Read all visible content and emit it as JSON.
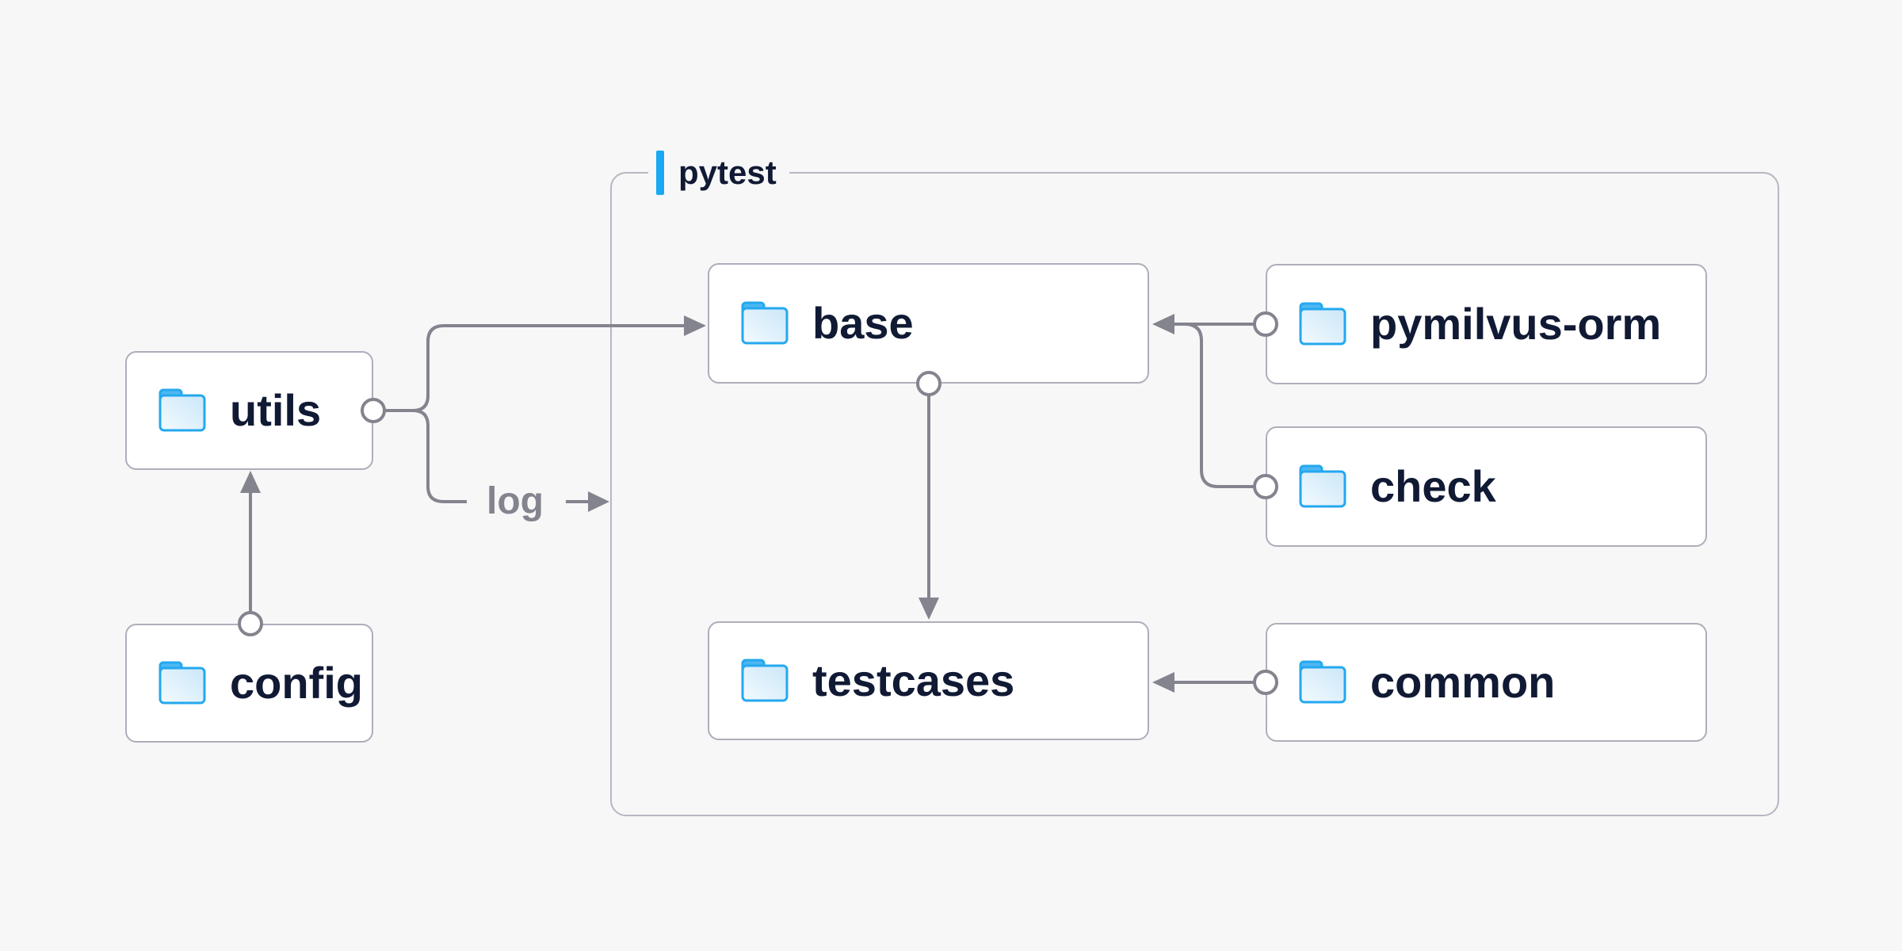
{
  "diagram": {
    "container": {
      "label": "pytest"
    },
    "nodes": [
      {
        "id": "utils",
        "label": "utils",
        "icon": "folder-icon",
        "group": null
      },
      {
        "id": "config",
        "label": "config",
        "icon": "folder-icon",
        "group": null
      },
      {
        "id": "base",
        "label": "base",
        "icon": "folder-icon",
        "group": "pytest"
      },
      {
        "id": "pymilvus-orm",
        "label": "pymilvus-orm",
        "icon": "folder-icon",
        "group": "pytest"
      },
      {
        "id": "check",
        "label": "check",
        "icon": "folder-icon",
        "group": "pytest"
      },
      {
        "id": "testcases",
        "label": "testcases",
        "icon": "folder-icon",
        "group": "pytest"
      },
      {
        "id": "common",
        "label": "common",
        "icon": "folder-icon",
        "group": "pytest"
      }
    ],
    "edges": [
      {
        "from": "config",
        "to": "utils"
      },
      {
        "from": "utils",
        "to": "base"
      },
      {
        "from": "utils",
        "to": "pytest",
        "label": "log"
      },
      {
        "from": "pymilvus-orm",
        "to": "base"
      },
      {
        "from": "check",
        "to": "base"
      },
      {
        "from": "base",
        "to": "testcases"
      },
      {
        "from": "common",
        "to": "testcases"
      }
    ],
    "colors": {
      "background": "#f7f7f8",
      "node_background": "#ffffff",
      "node_border": "#aeaebb",
      "group_border": "#b7b7c3",
      "node_text": "#111a34",
      "connector": "#84848f",
      "edge_label_text": "#84848f",
      "accent_bar": "#18a9f2",
      "folder_outline": "#24a8ef",
      "folder_tab": "#4db7f2",
      "folder_fill_light": "#f4fafe",
      "folder_fill_shade": "#cae7f8"
    }
  }
}
